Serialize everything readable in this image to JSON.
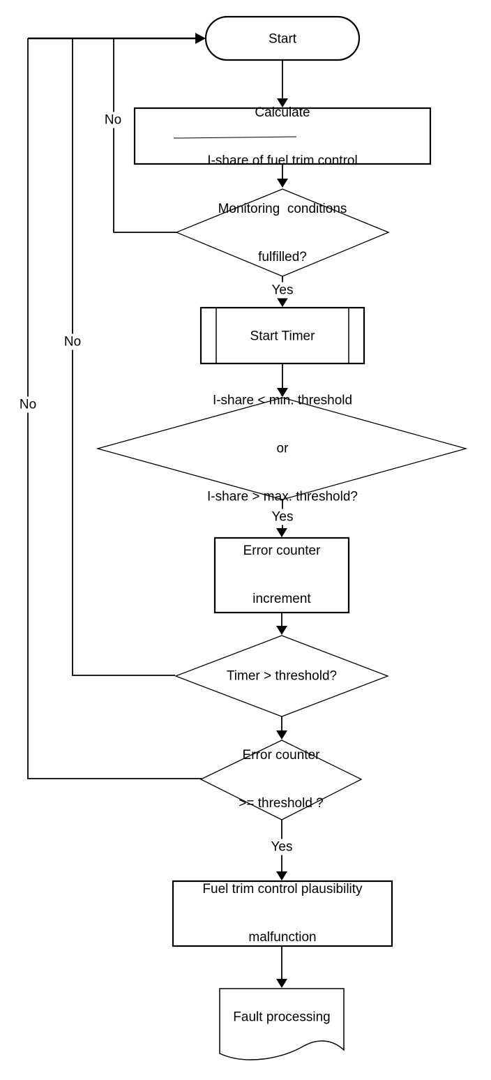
{
  "flowchart": {
    "nodes": {
      "start": {
        "type": "terminator",
        "label": "Start"
      },
      "calculate": {
        "type": "process",
        "line1": "Calculate",
        "line2": "I-share of fuel trim control"
      },
      "monitoring": {
        "type": "decision",
        "line1": "Monitoring  conditions",
        "line2": "fulfilled?"
      },
      "start_timer": {
        "type": "predefined-process",
        "label": "Start Timer"
      },
      "ishare_check": {
        "type": "decision",
        "line1": "I-share < min. threshold",
        "line2": "or",
        "line3": "I-share > max. threshold?"
      },
      "error_increment": {
        "type": "process",
        "line1": "Error counter",
        "line2": "increment"
      },
      "timer_check": {
        "type": "decision",
        "label": "Timer > threshold?"
      },
      "error_check": {
        "type": "decision",
        "line1": "Error counter",
        "line2": ">= threshold ?"
      },
      "malfunction": {
        "type": "process",
        "line1": "Fuel trim control plausibility",
        "line2": "malfunction"
      },
      "fault_processing": {
        "type": "document",
        "label": "Fault processing"
      }
    },
    "edge_labels": {
      "monitoring_yes": "Yes",
      "monitoring_no": "No",
      "ishare_yes": "Yes",
      "timer_no": "No",
      "error_yes": "Yes",
      "error_no": "No"
    },
    "colors": {
      "line": "#000000",
      "fill": "#ffffff",
      "text": "#000000"
    }
  }
}
